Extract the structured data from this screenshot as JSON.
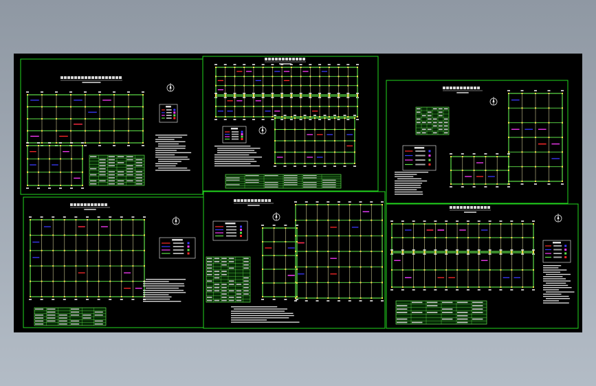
{
  "colors": {
    "background": "#9aa3ad",
    "canvas": "#000000",
    "frame": "#22d81e",
    "label": "#f0f0f0",
    "wall": "#5fe34a",
    "column_light": "#f5efb0",
    "column_yellow": "#ffe24a",
    "magenta": "#ff3cff",
    "blue": "#3a3aff",
    "red": "#ff2a2a"
  },
  "icons": [
    "north-arrow-icon",
    "legend-table-icon",
    "schedule-table-icon"
  ],
  "sheets": [
    {
      "id": "sheet-top-left",
      "title": "",
      "scale": ""
    },
    {
      "id": "sheet-top-center",
      "title": "",
      "scale": ""
    },
    {
      "id": "sheet-right-upper",
      "title": "",
      "scale": ""
    },
    {
      "id": "sheet-bottom-left",
      "title": "",
      "scale": ""
    },
    {
      "id": "sheet-bottom-center",
      "title": "",
      "scale": ""
    },
    {
      "id": "sheet-bottom-right",
      "title": "",
      "scale": ""
    }
  ]
}
